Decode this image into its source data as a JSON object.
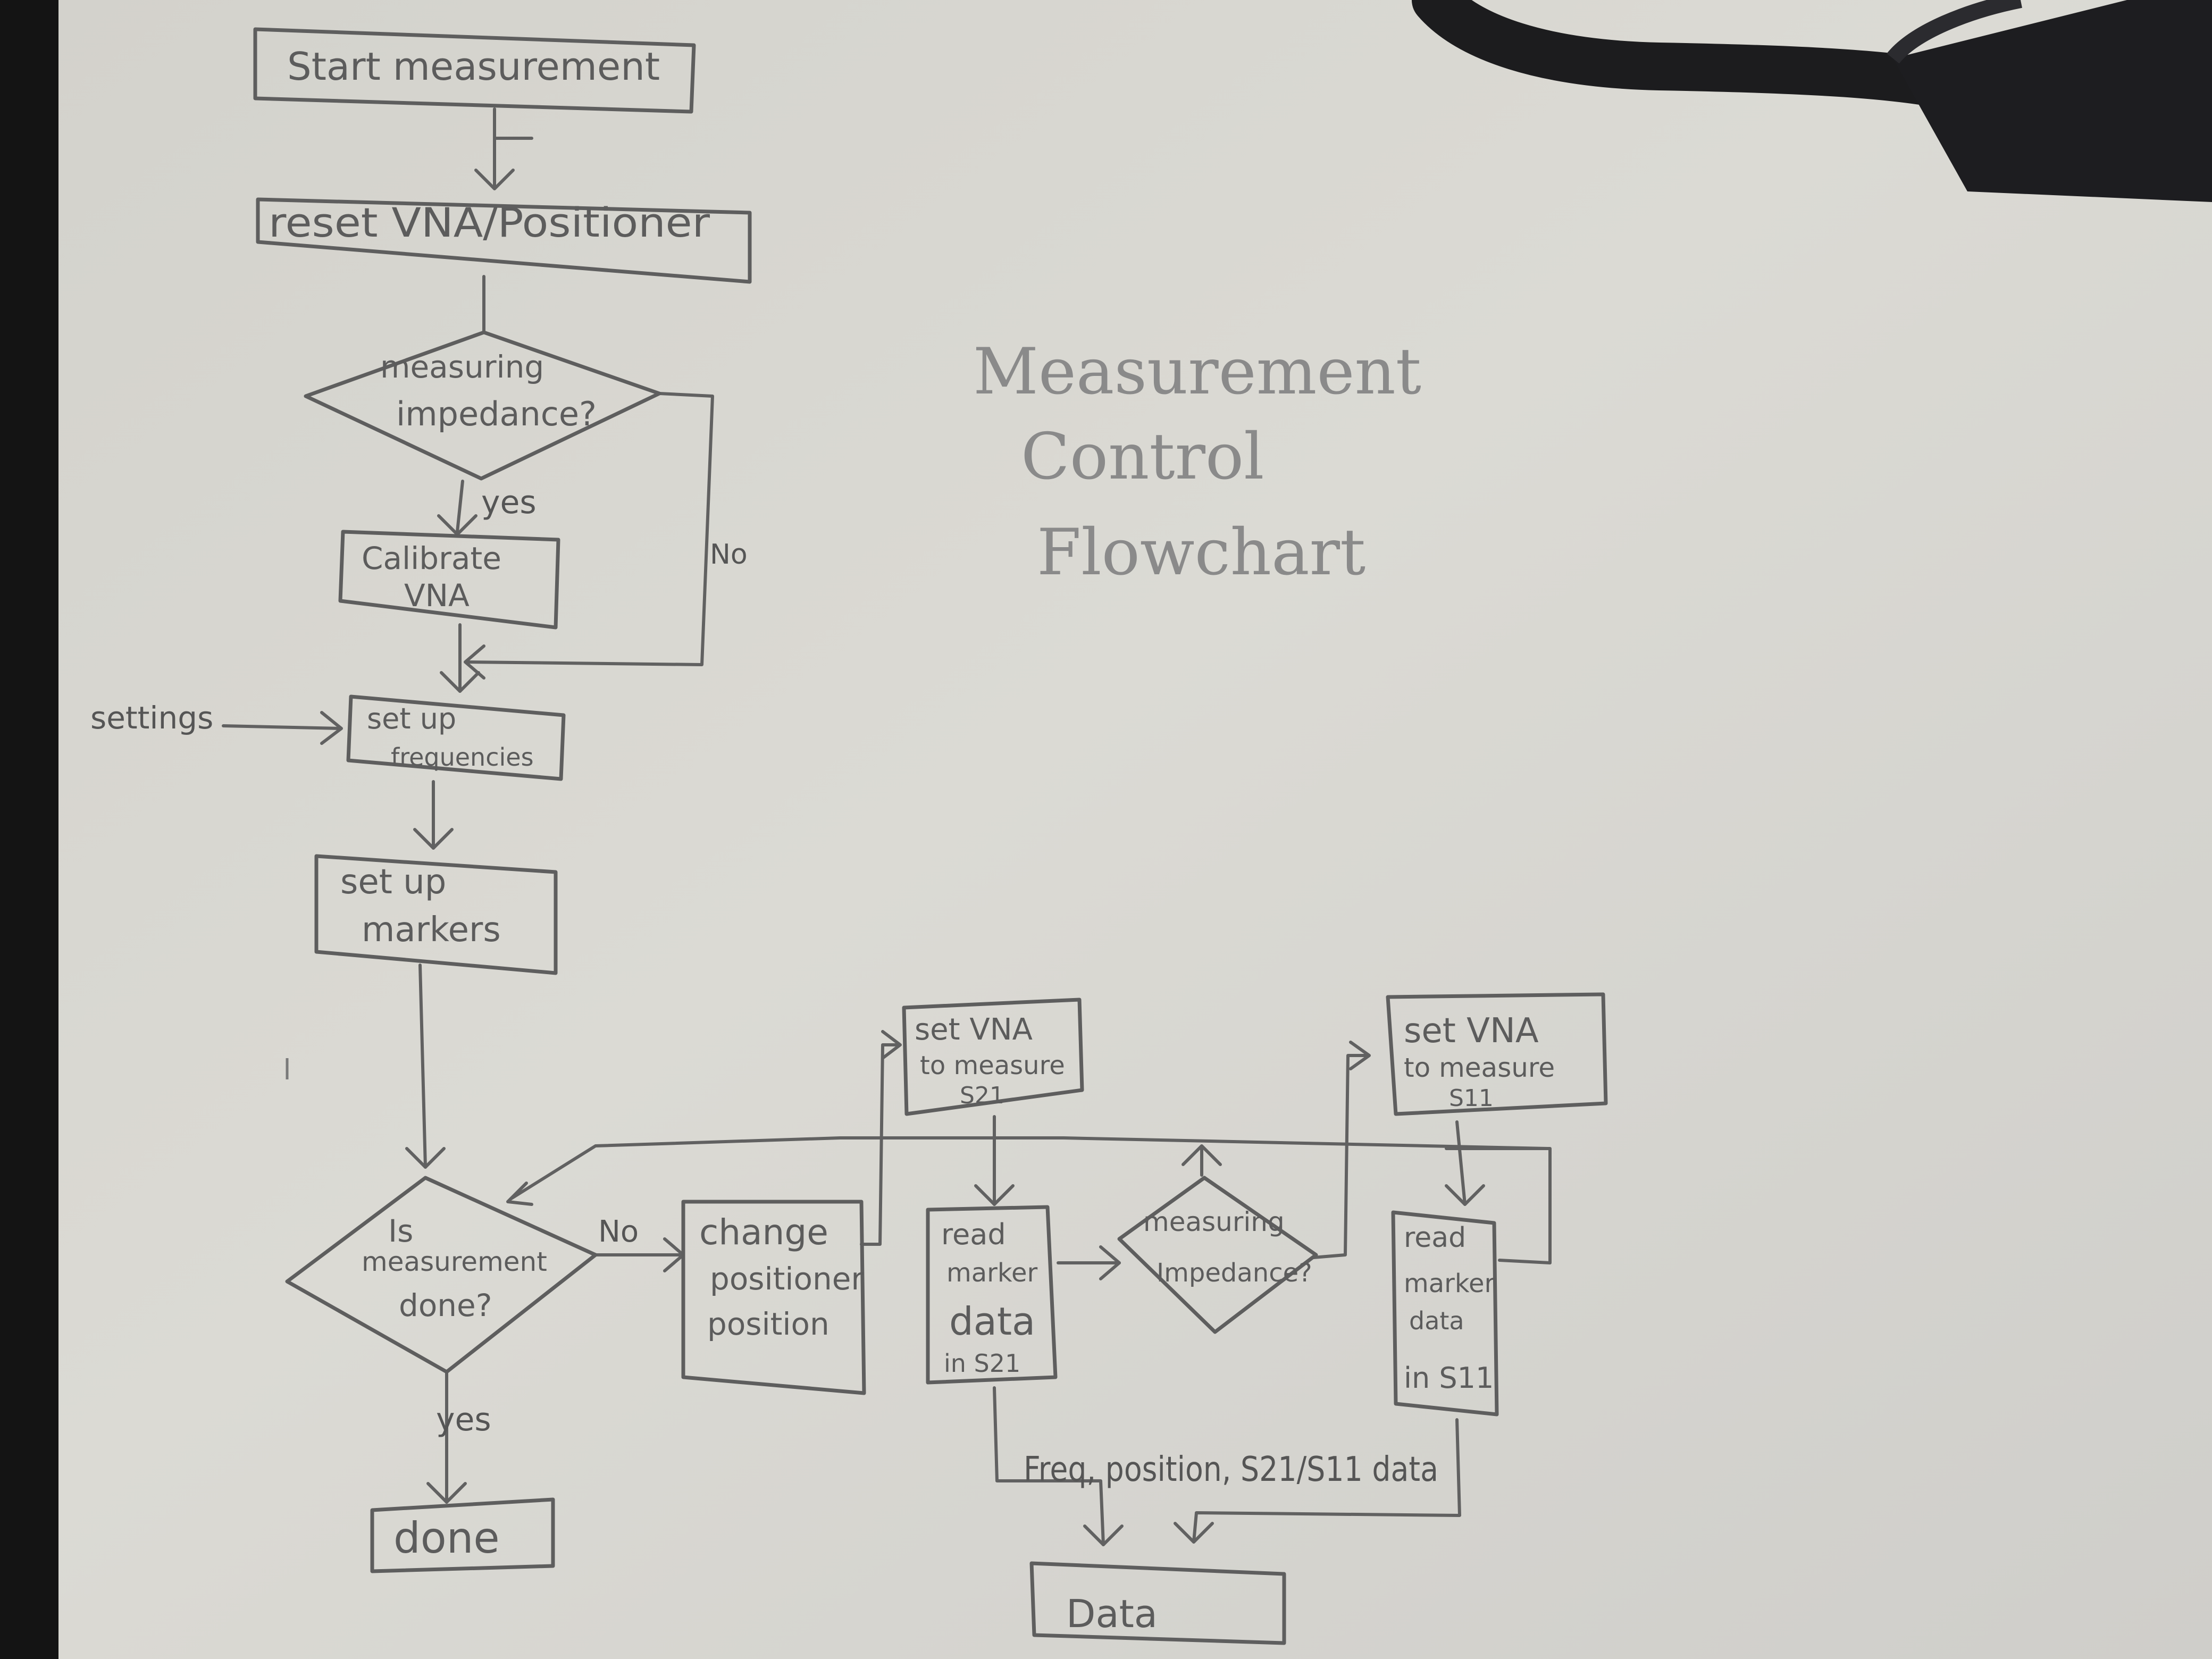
{
  "title": {
    "line1": "Measurement",
    "line2": "Control",
    "line3": "Flowchart"
  },
  "nodes": {
    "start": "Start measurement",
    "reset": "reset VNA/Positioner",
    "measuring_impedance_1": [
      "measuring",
      "impedance?"
    ],
    "calibrate": [
      "Calibrate",
      "VNA"
    ],
    "setup_freq": [
      "set up",
      "frequencies"
    ],
    "setup_markers": [
      "set up",
      "markers"
    ],
    "is_done": [
      "Is",
      "measurement",
      "done?"
    ],
    "change_positioner": [
      "change",
      "positioner",
      "position"
    ],
    "set_s21": [
      "set VNA",
      "to measure",
      "S21"
    ],
    "read_s21": [
      "read",
      "marker",
      "data",
      "in S21"
    ],
    "measuring_impedance_2": [
      "measuring",
      "Impedance?"
    ],
    "set_s11": [
      "set VNA",
      "to measure",
      "S11"
    ],
    "read_s11": [
      "read",
      "marker",
      "data",
      "in S11"
    ],
    "done": "done",
    "data": "Data"
  },
  "labels": {
    "yes_1": "yes",
    "no_1": "No",
    "settings": "settings",
    "no_2": "No",
    "yes_2": "yes",
    "data_note": "Freq, position, S21/S11 data"
  },
  "colors": {
    "paper": "#d9d8d2",
    "ink": "#5e5e5e",
    "background": "#2a2a2a",
    "cable": "#1c1c1e"
  }
}
